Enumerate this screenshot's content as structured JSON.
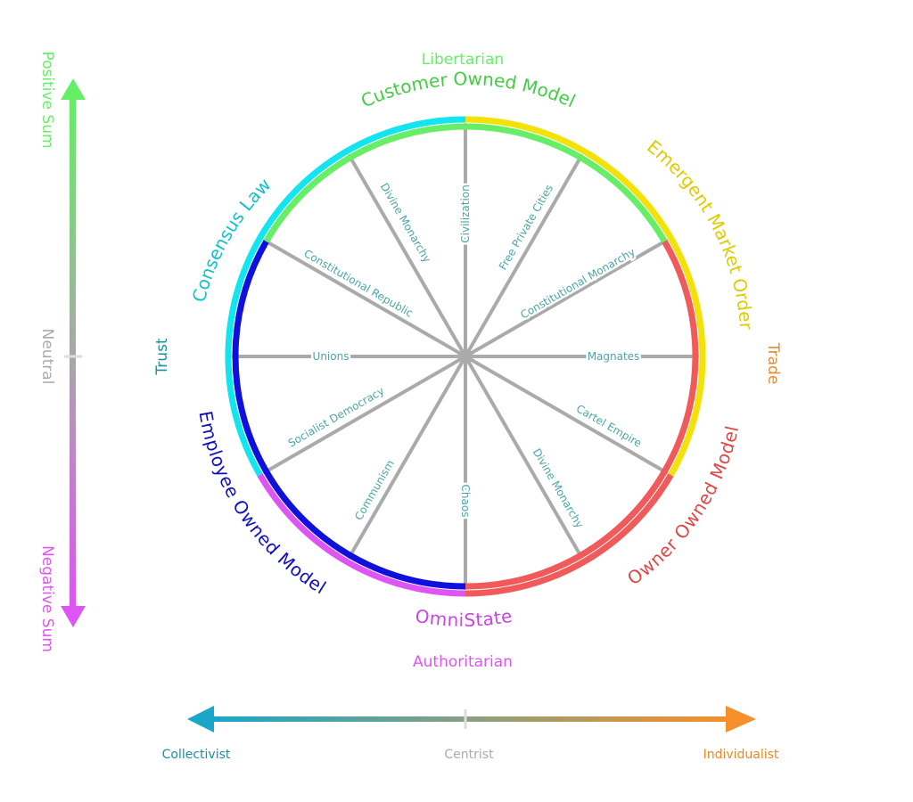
{
  "axis_titles": {
    "top": "Libertarian",
    "bottom": "Authoritarian",
    "left": "Trust",
    "right": "Trade"
  },
  "vertical_axis": {
    "top": "Positive Sum",
    "middle": "Neutral",
    "bottom": "Negative Sum"
  },
  "horizontal_axis": {
    "left": "Collectivist",
    "middle": "Centrist",
    "right": "Individualist"
  },
  "outer_arcs": {
    "customer_owned": "Customer Owned Model",
    "emergent_market": "Emergent Market Order",
    "consensus_law": "Consensus Law",
    "employee_owned": "Employee Owned Model",
    "owner_owned": "Owner Owned Model",
    "omnistate": "OmniState"
  },
  "spokes": {
    "civilization": "Civilization",
    "free_private_cities": "Free Private Cities",
    "constitutional_monarchy": "Constitutional Monarchy",
    "magnates": "Magnates",
    "cartel_empire": "Cartel Empire",
    "divine_monarchy_lower": "Divine Monarchy",
    "chaos": "Chaos",
    "communism": "Communism",
    "socialist_democracy": "Socialist Democracy",
    "unions": "Unions",
    "constitutional_republic": "Constitutional Republic",
    "divine_monarchy_upper": "Divine Monarchy"
  },
  "colors": {
    "green": "#66ee66",
    "yellow": "#f2e20a",
    "cyan": "#12e4f0",
    "blue": "#1010dd",
    "red": "#f05a5a",
    "magenta": "#dd55f2",
    "teal": "#1a90a0",
    "orange": "#e88a2a",
    "grey": "#aaaaaa",
    "spoke_text": "#4aa5a8"
  }
}
